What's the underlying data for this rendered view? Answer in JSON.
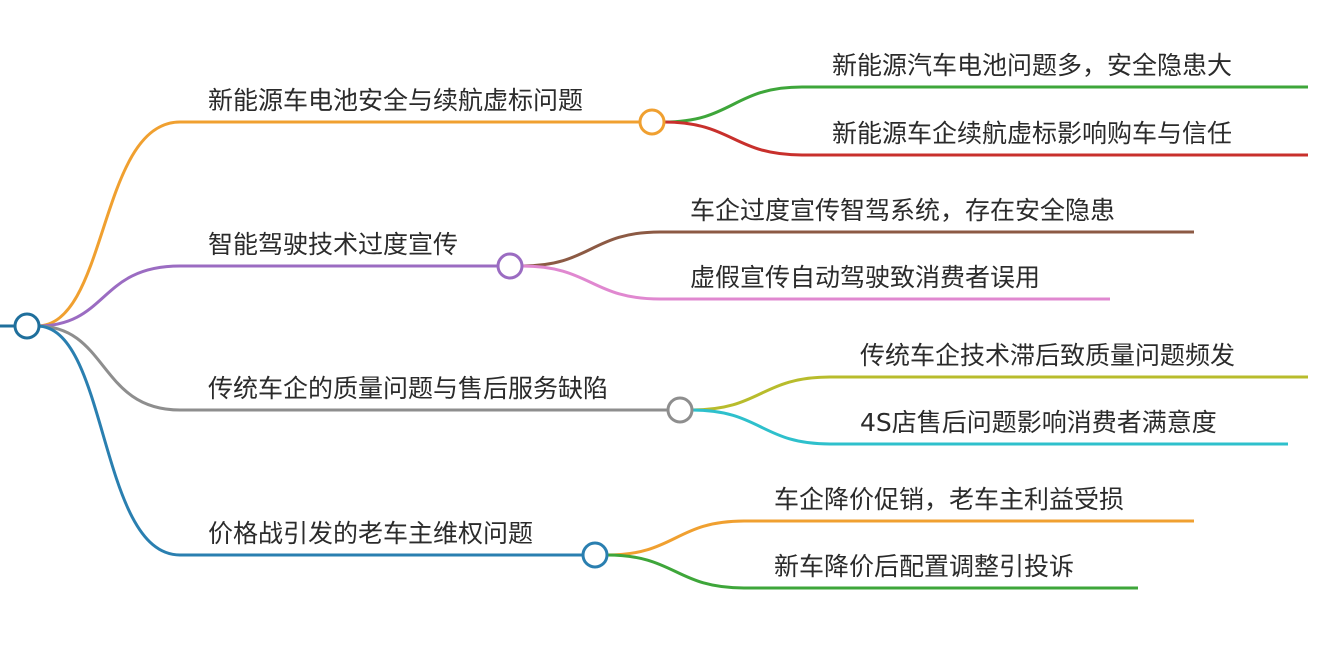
{
  "mindmap": {
    "root": {
      "color": "#1f6f9c"
    },
    "branches": [
      {
        "label": "新能源车电池安全与续航虚标问题",
        "color": "#f0a030",
        "children": [
          {
            "label": "新能源汽车电池问题多，安全隐患大",
            "color": "#3ea63a"
          },
          {
            "label": "新能源车企续航虚标影响购车与信任",
            "color": "#c8302c"
          }
        ]
      },
      {
        "label": "智能驾驶技术过度宣传",
        "color": "#9b6cc2",
        "children": [
          {
            "label": "车企过度宣传智驾系统，存在安全隐患",
            "color": "#8c5a44"
          },
          {
            "label": "虚假宣传自动驾驶致消费者误用",
            "color": "#e088d0"
          }
        ]
      },
      {
        "label": "传统车企的质量问题与售后服务缺陷",
        "color": "#8e8e8e",
        "children": [
          {
            "label": "传统车企技术滞后致质量问题频发",
            "color": "#b8bc2c"
          },
          {
            "label": "4S店售后问题影响消费者满意度",
            "color": "#2ec0cc"
          }
        ]
      },
      {
        "label": "价格战引发的老车主维权问题",
        "color": "#2a7fb0",
        "children": [
          {
            "label": "车企降价促销，老车主利益受损",
            "color": "#f0a030"
          },
          {
            "label": "新车降价后配置调整引投诉",
            "color": "#3ea63a"
          }
        ]
      }
    ]
  }
}
